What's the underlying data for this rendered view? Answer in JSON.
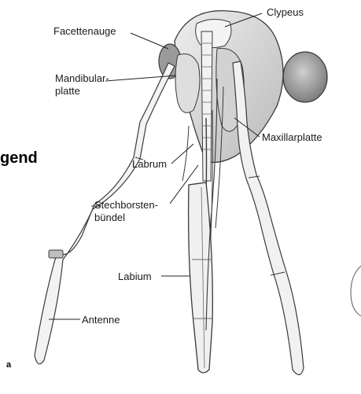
{
  "side_text": "gend",
  "panel_letter": "a",
  "labels": {
    "facettenauge": "Facettenauge",
    "mandibular_1": "Mandibular-",
    "mandibular_2": "platte",
    "clypeus": "Clypeus",
    "maxillarplatte": "Maxillarplatte",
    "labrum": "Labrum",
    "stechborsten_1": "Stechborsten-",
    "stechborsten_2": "bündel",
    "labium": "Labium",
    "antenne": "Antenne"
  },
  "colors": {
    "ink": "#3a3a3a",
    "fill": "#e9e9e9",
    "shade": "#c4c4c4",
    "dark": "#8c8c8c"
  }
}
